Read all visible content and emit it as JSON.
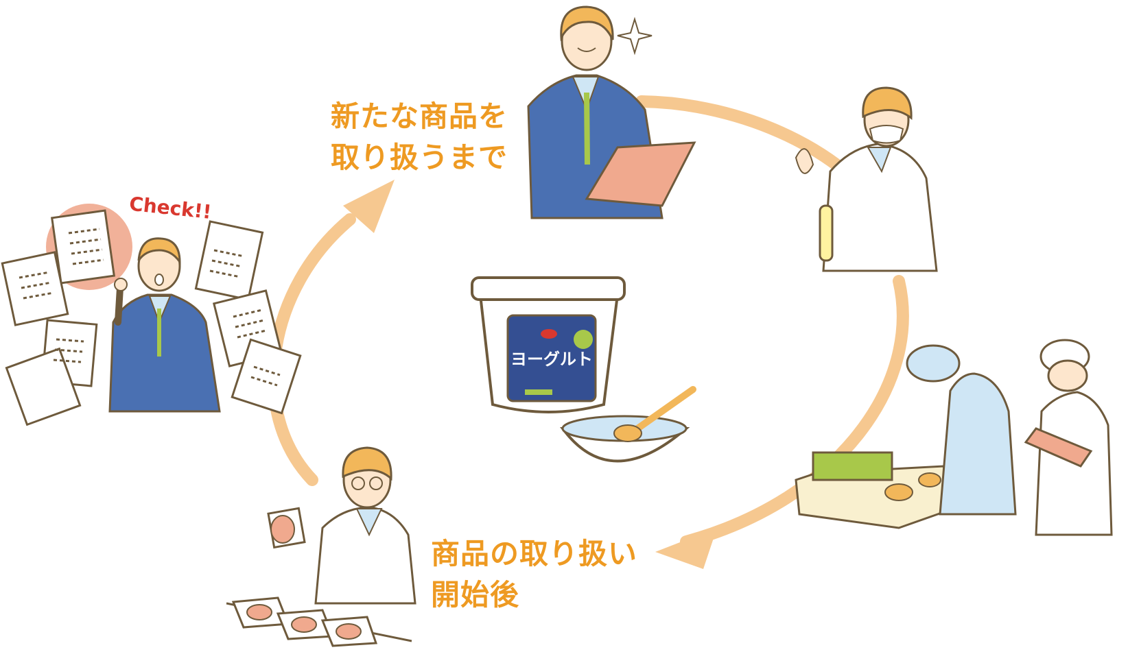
{
  "labels": {
    "before_line1": "新たな商品を",
    "before_line2": "取り扱うまで",
    "after_line1": "商品の取り扱い",
    "after_line2": "開始後"
  },
  "annotations": {
    "check": "Check!!",
    "yogurt_label": "ヨーグルト"
  },
  "colors": {
    "accent": "#ee9a22",
    "arrow": "#f6c890",
    "check_red": "#d9382f",
    "suit_blue": "#4a70b2",
    "outline": "#6e5a3c",
    "hair": "#f2b75a",
    "skin": "#fde6cd",
    "paper": "#f0a98e",
    "coat_light": "#cfe6f5",
    "lime": "#a8c84a",
    "pack_navy": "#344f92"
  }
}
